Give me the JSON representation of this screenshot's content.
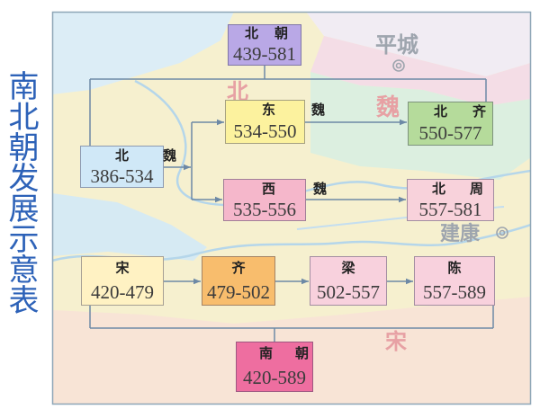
{
  "title": "南北朝发展示意表",
  "colors": {
    "title": "#2d62b8",
    "connector": "#6d89a6",
    "panel_border": "#8ea6b7",
    "map_label_gray": "#9ea5ae",
    "map_label_red": "#e7a1a4"
  },
  "map": {
    "labels": {
      "pingcheng": "平城",
      "jiankang": "建康",
      "bei": "北",
      "wei": "魏",
      "song": "宋"
    },
    "city_marker_icon": "capital-city-marker-icon"
  },
  "northern_dynasties": {
    "beichao": {
      "name": "北朝",
      "years": "439-581",
      "color": "#b9a8e6"
    },
    "beiwei": {
      "name": "北魏",
      "years": "386-534",
      "color": "#d0e8f7"
    },
    "dongwei": {
      "name": "东魏",
      "years": "534-550",
      "color": "#fcf29e"
    },
    "xiwei": {
      "name": "西魏",
      "years": "535-556",
      "color": "#f5b7cb"
    },
    "beiqi": {
      "name": "北齐",
      "years": "550-577",
      "color": "#b5db9b"
    },
    "beizhou": {
      "name": "北周",
      "years": "557-581",
      "color": "#f8d2db"
    }
  },
  "southern_dynasties": {
    "nanchao": {
      "name": "南朝",
      "years": "420-589",
      "color": "#ee6ea0"
    },
    "song": {
      "name": "宋",
      "years": "420-479",
      "color": "#fff2c3"
    },
    "qi": {
      "name": "齐",
      "years": "479-502",
      "color": "#f8bd6d"
    },
    "liang": {
      "name": "梁",
      "years": "502-557",
      "color": "#f8d1dd"
    },
    "chen": {
      "name": "陈",
      "years": "557-589",
      "color": "#f8d1dd"
    }
  }
}
